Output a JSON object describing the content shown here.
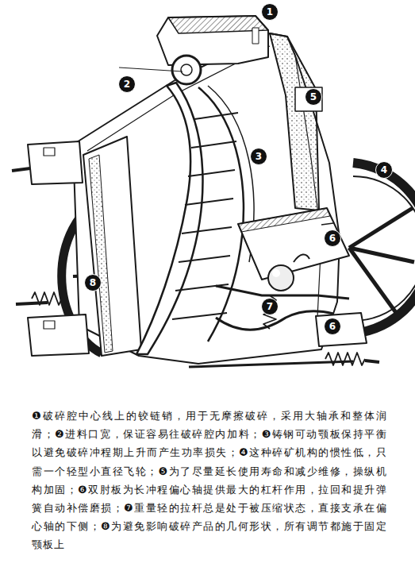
{
  "diagram": {
    "caption": "❶破碎腔中心线上的铰链销，用于无摩擦破碎，采用大轴承和整体润滑；❷进料口宽，保证容易往破碎腔内加料；❸铸钢可动颚板保持平衡以避免破碎冲程期上升而产生功率损失；❹这种碎矿机构的惯性低，只需一个轻型小直径飞轮；❺为了尽量延长使用寿命和减少维修，操纵机构加固；❻双肘板为长冲程偏心轴提供最大的杠杆作用，拉回和提升弹簧自动补偿磨损；❼重量轻的拉杆总是处于被压缩状态，直接支承在偏心轴的下侧；❽为避免影响破碎产品的几何形状，所有调节都施于固定颚板上",
    "nodes": [
      {
        "text": [
          "1"
        ]
      },
      {
        "text": [
          "2"
        ]
      },
      {
        "text": [
          "5"
        ]
      },
      {
        "text": [
          "3"
        ]
      },
      {
        "text": [
          "4"
        ]
      },
      {
        "text": [
          "6"
        ]
      },
      {
        "text": [
          "8"
        ]
      },
      {
        "text": [
          "7"
        ]
      },
      {
        "text": [
          "6"
        ]
      }
    ]
  }
}
